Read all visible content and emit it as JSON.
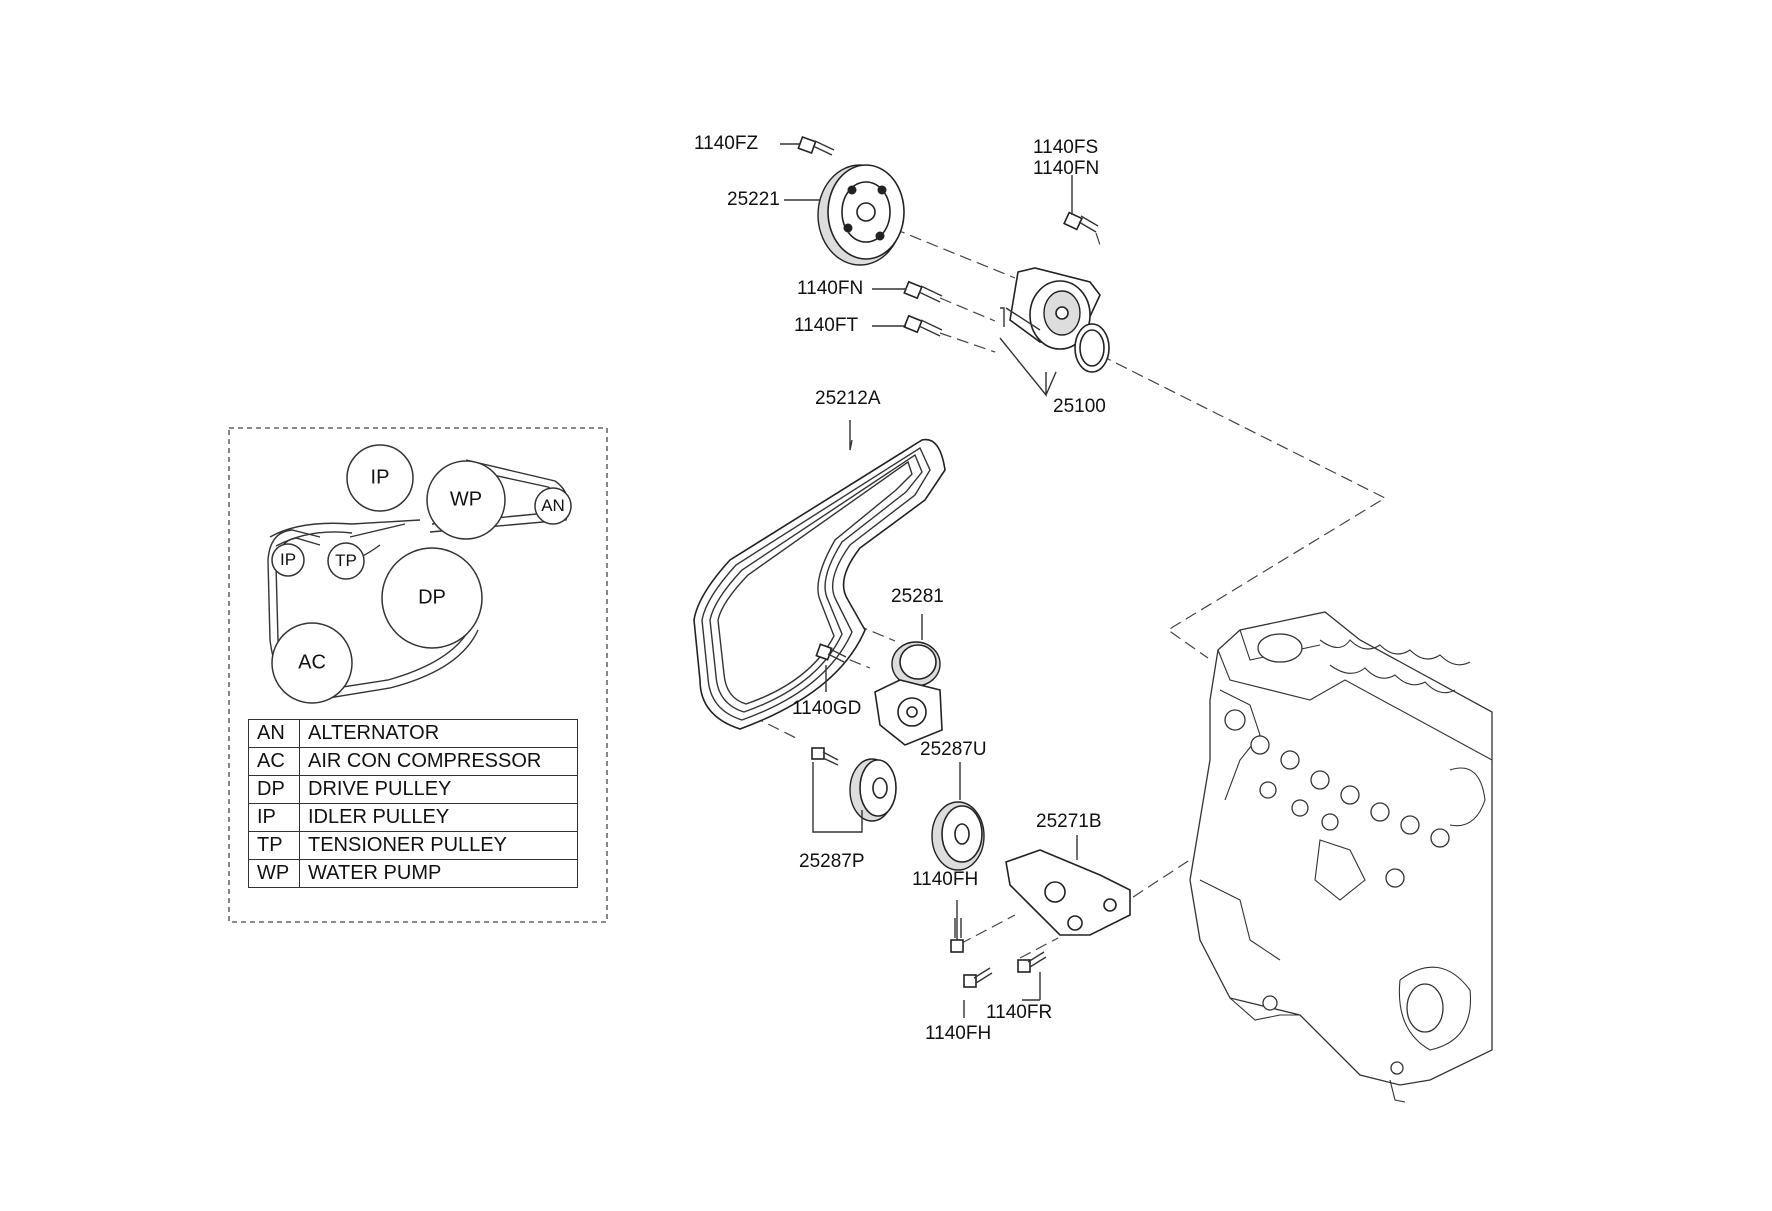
{
  "schematic": {
    "pulleys": [
      {
        "key": "ip_top",
        "label": "IP"
      },
      {
        "key": "wp",
        "label": "WP"
      },
      {
        "key": "an",
        "label": "AN"
      },
      {
        "key": "ip_left",
        "label": "IP"
      },
      {
        "key": "tp",
        "label": "TP"
      },
      {
        "key": "dp",
        "label": "DP"
      },
      {
        "key": "ac",
        "label": "AC"
      }
    ]
  },
  "legend": {
    "rows": [
      {
        "code": "AN",
        "name": "ALTERNATOR"
      },
      {
        "code": "AC",
        "name": "AIR CON COMPRESSOR"
      },
      {
        "code": "DP",
        "name": "DRIVE PULLEY"
      },
      {
        "code": "IP",
        "name": "IDLER PULLEY"
      },
      {
        "code": "TP",
        "name": "TENSIONER PULLEY"
      },
      {
        "code": "WP",
        "name": "WATER PUMP"
      }
    ]
  },
  "callouts": {
    "bolt_1140FZ": "1140FZ",
    "pulley_25221": "25221",
    "bolt_1140FS": "1140FS",
    "bolt_1140FN_upper": "1140FN",
    "bolt_1140FN": "1140FN",
    "bolt_1140FT": "1140FT",
    "water_pump_25100": "25100",
    "belt_25212A": "25212A",
    "tensioner_25281": "25281",
    "bolt_1140GD": "1140GD",
    "idler_25287U": "25287U",
    "idler_25287P": "25287P",
    "bracket_25271B": "25271B",
    "bolt_1140FH_upper": "1140FH",
    "bolt_1140FR": "1140FR",
    "bolt_1140FH_lower": "1140FH"
  }
}
